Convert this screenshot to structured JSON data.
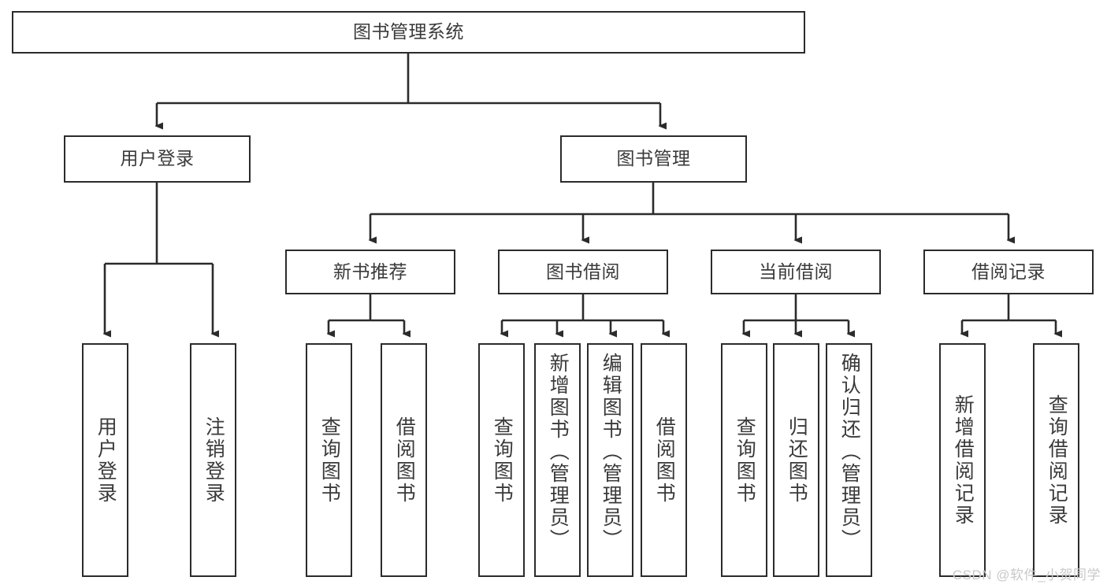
{
  "diagram": {
    "type": "tree-hierarchy",
    "title": "图书管理系统",
    "watermark": "CSDN @软件_小贺同学",
    "colors": {
      "box_border": "#2b2b2b",
      "box_fill": "#ffffff",
      "connector": "#2b2b2b",
      "text": "#3a3a3a",
      "watermark": "#c9c9c9",
      "background": "#ffffff"
    },
    "root": {
      "label": "图书管理系统"
    },
    "level2": [
      {
        "label": "用户登录"
      },
      {
        "label": "图书管理"
      }
    ],
    "level3": [
      {
        "label": "新书推荐"
      },
      {
        "label": "图书借阅"
      },
      {
        "label": "当前借阅"
      },
      {
        "label": "借阅记录"
      }
    ],
    "leaves": {
      "user_login": [
        {
          "label": "用户登录"
        },
        {
          "label": "注销登录"
        }
      ],
      "new_book_recommend": [
        {
          "label": "查询图书"
        },
        {
          "label": "借阅图书"
        }
      ],
      "book_borrow": [
        {
          "label": "查询图书"
        },
        {
          "label": "新增图书（管理员）"
        },
        {
          "label": "编辑图书（管理员）"
        },
        {
          "label": "借阅图书"
        }
      ],
      "current_borrow": [
        {
          "label": "查询图书"
        },
        {
          "label": "归还图书"
        },
        {
          "label": "确认归还（管理员）"
        }
      ],
      "borrow_record": [
        {
          "label": "新增借阅记录"
        },
        {
          "label": "查询借阅记录"
        }
      ]
    }
  }
}
